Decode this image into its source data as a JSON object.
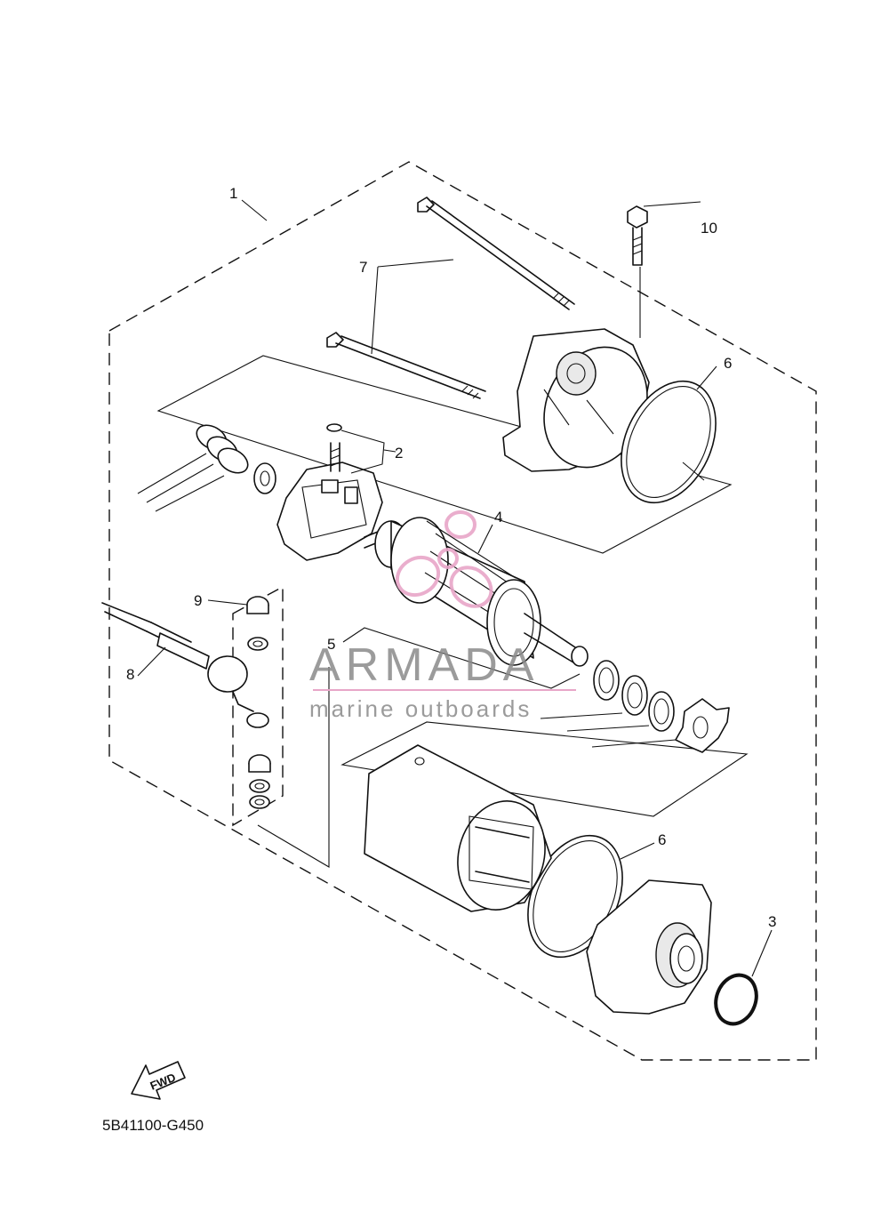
{
  "diagram": {
    "callouts": {
      "c1": "1",
      "c2": "2",
      "c3": "3",
      "c4": "4",
      "c5": "5",
      "c6a": "6",
      "c6b": "6",
      "c7": "7",
      "c8": "8",
      "c9": "9",
      "c10": "10"
    },
    "drawing_code": "5B41100-G450",
    "fwd_label": "FWD"
  },
  "watermark": {
    "brand": "ARMADA",
    "tagline": "marine outboards",
    "brand_color": "#8a8a8a",
    "accent_color": "#e8a6c8"
  }
}
